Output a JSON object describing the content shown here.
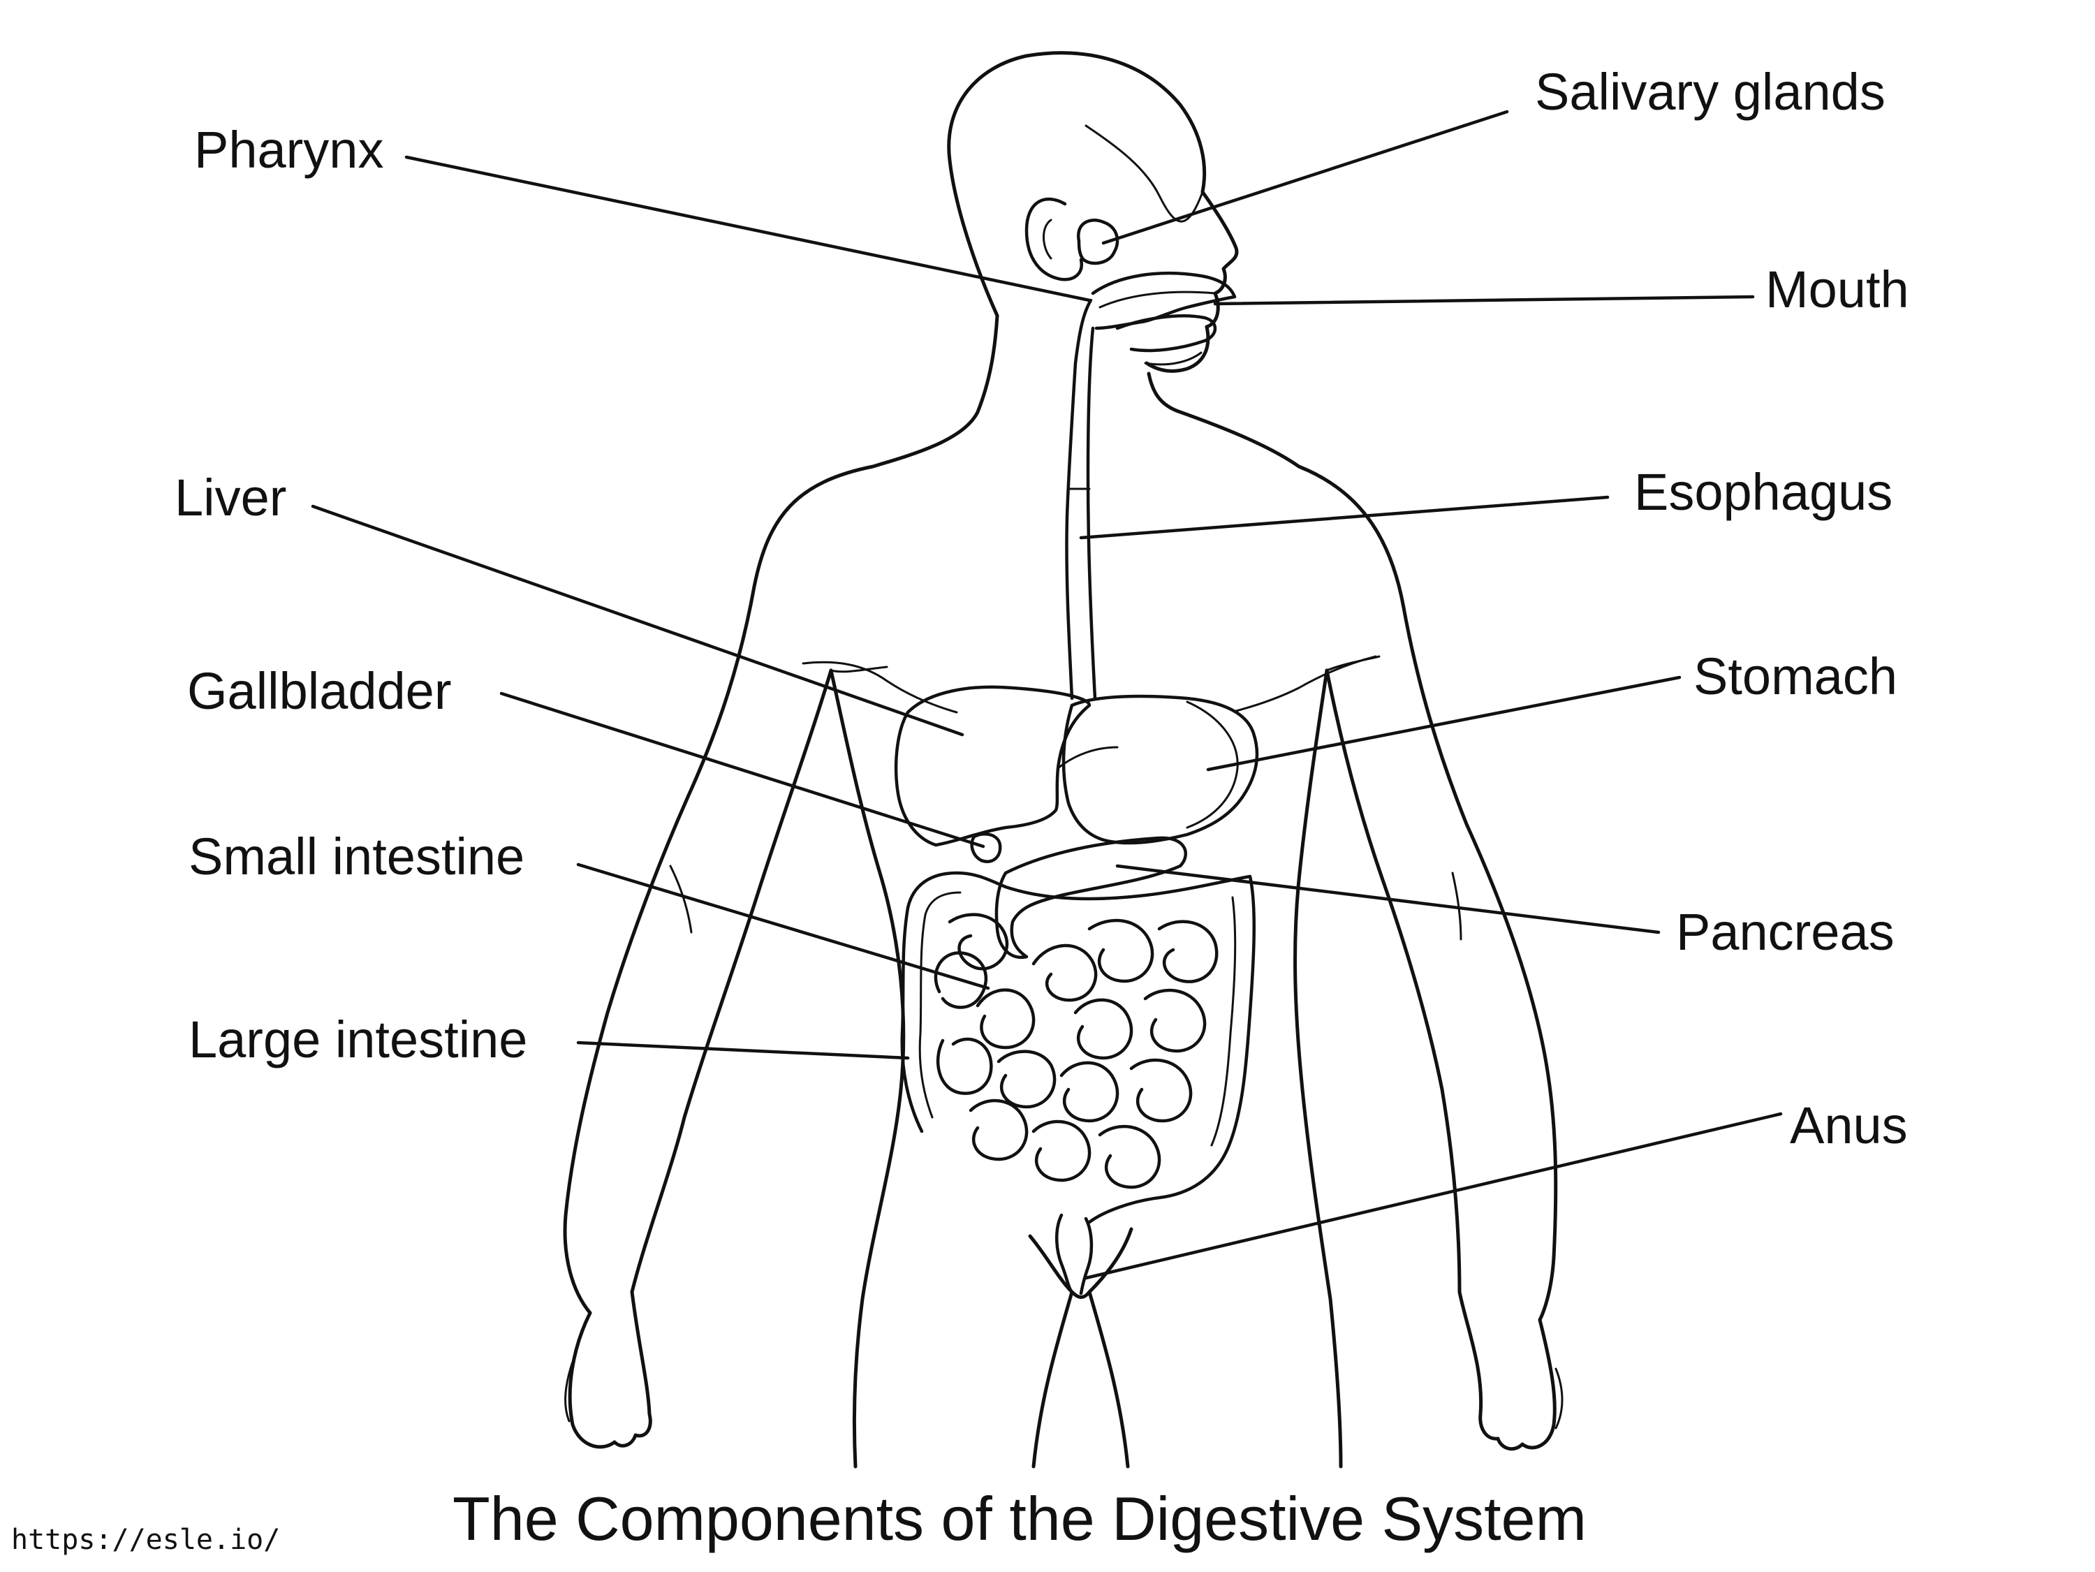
{
  "title": "The Components of the Digestive System",
  "watermark": "https://esle.io/",
  "labels": {
    "pharynx": "Pharynx",
    "liver": "Liver",
    "gallbladder": "Gallbladder",
    "small_intestine": "Small intestine",
    "large_intestine": "Large intestine",
    "salivary_glands": "Salivary glands",
    "mouth": "Mouth",
    "esophagus": "Esophagus",
    "stomach": "Stomach",
    "pancreas": "Pancreas",
    "anus": "Anus"
  }
}
